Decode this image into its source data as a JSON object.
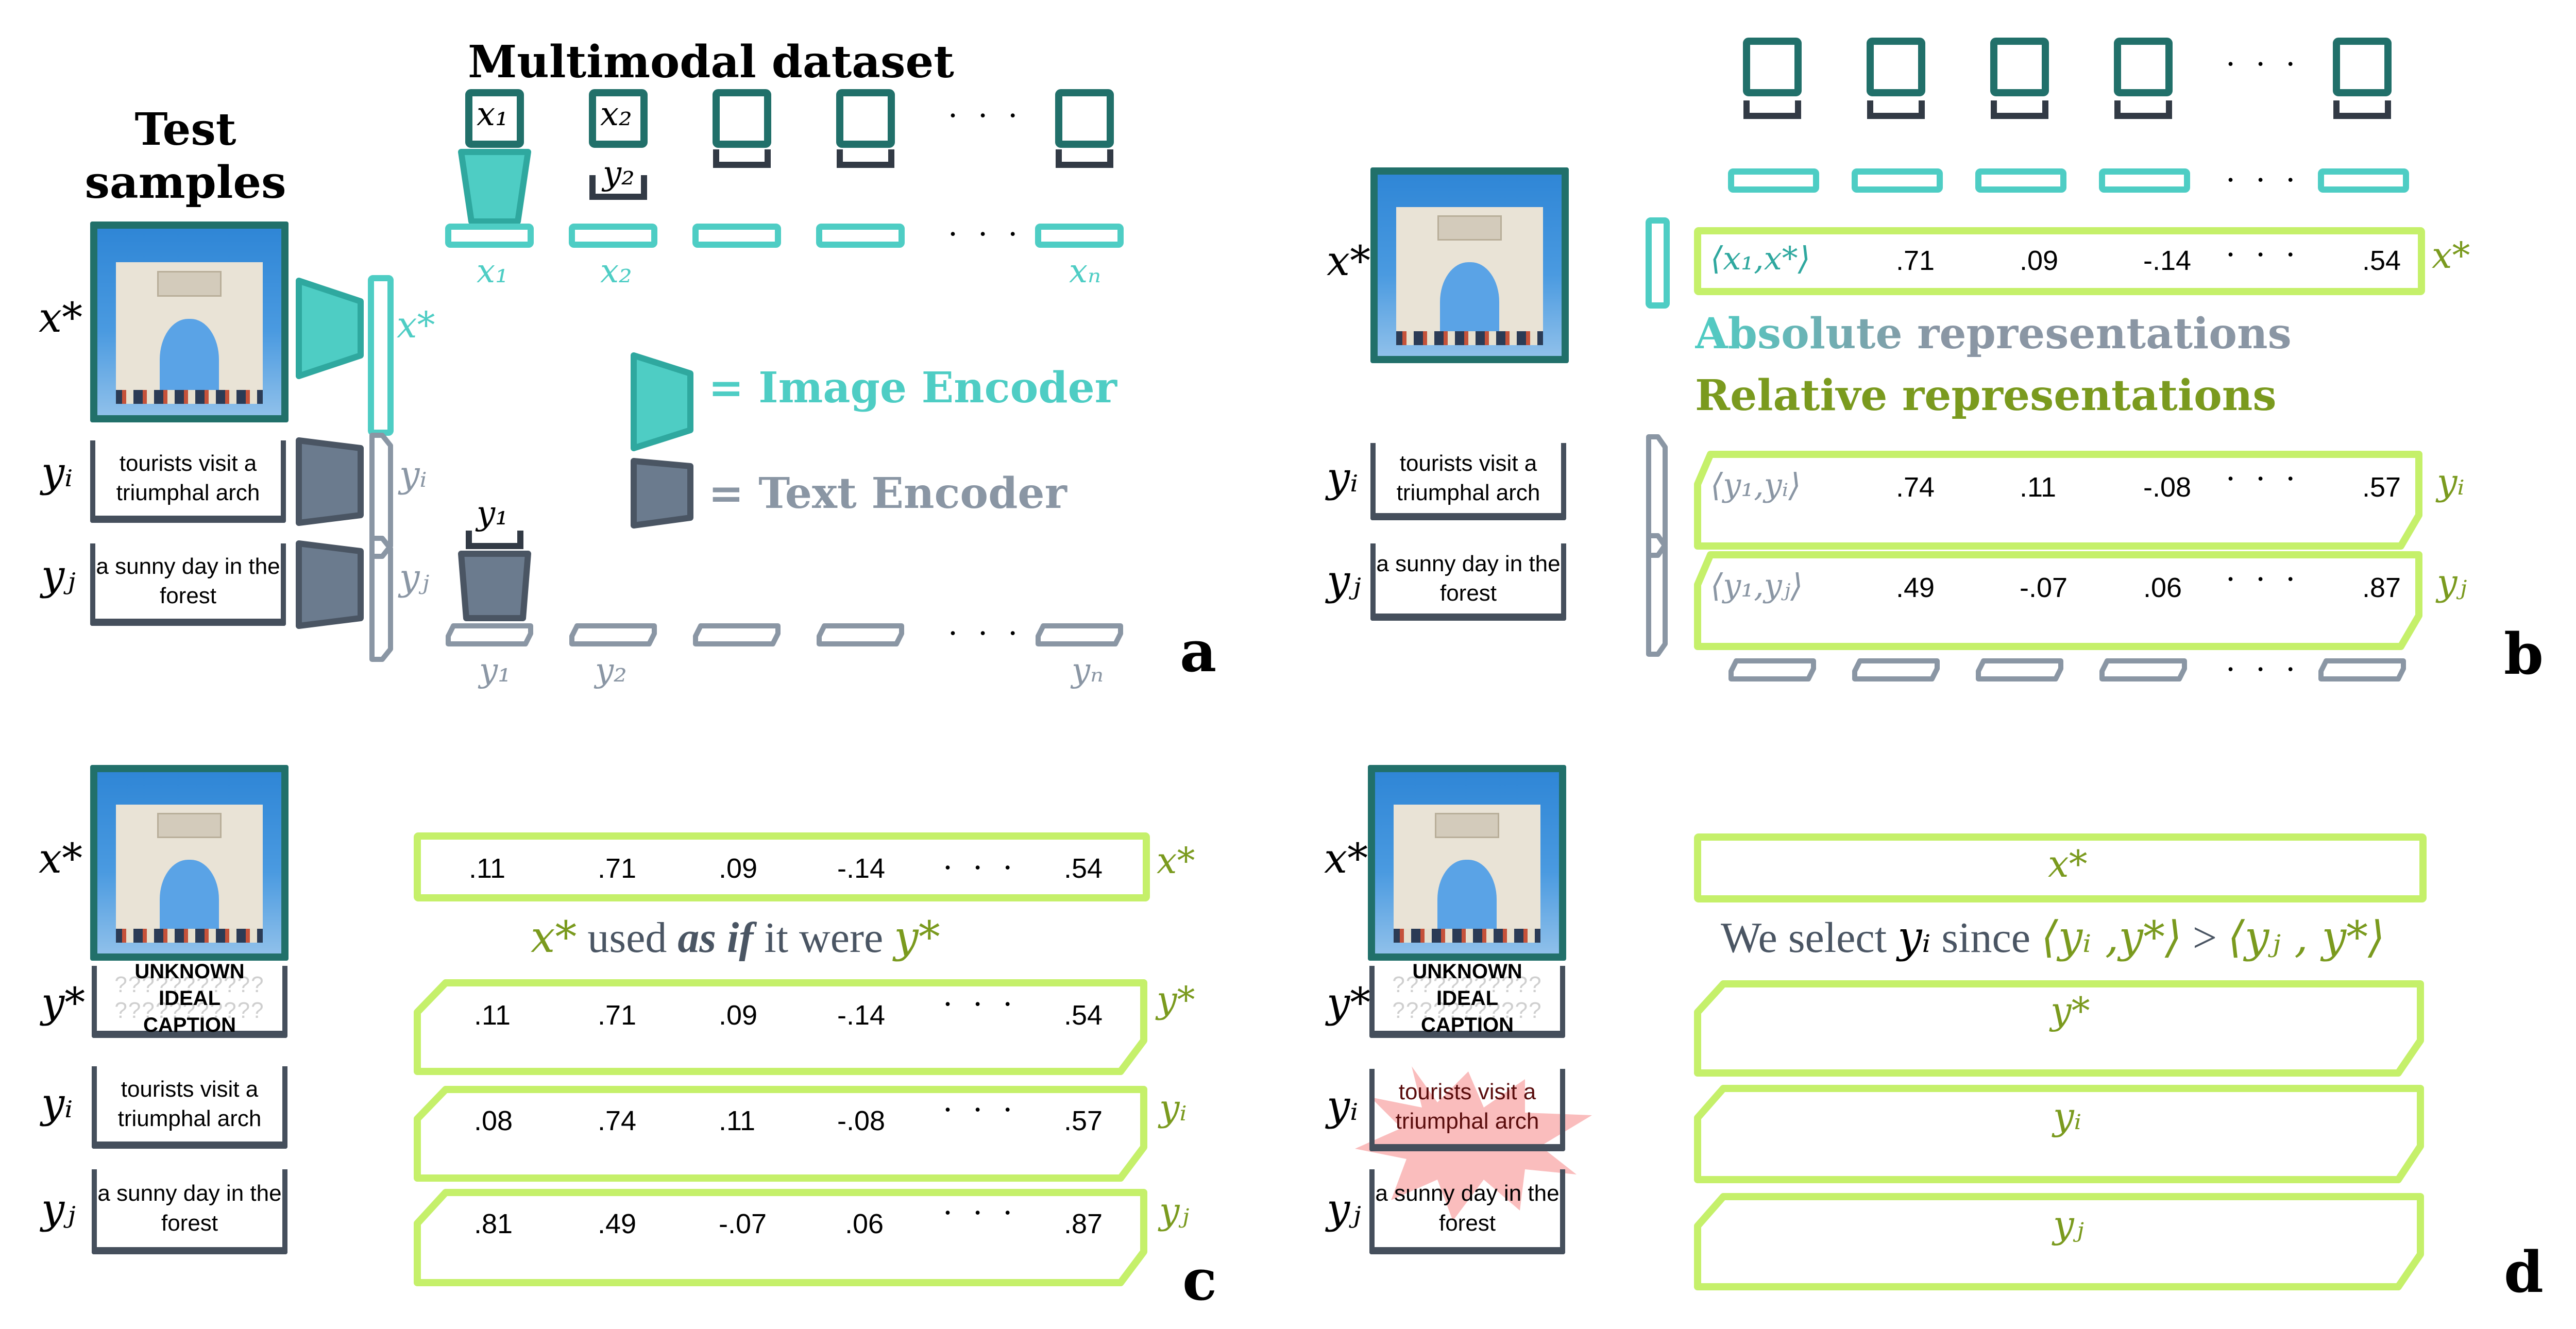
{
  "colors": {
    "image_frame": "#21706A",
    "image_encoder_fill": "#4ECDC4",
    "image_encoder_stroke": "#2FA89F",
    "text_box_border": "#454F5C",
    "text_encoder_fill": "#6B7B8E",
    "text_encoder_stroke": "#4A5563",
    "text_embedding": "#8A96A4",
    "relative_box": "#C5F06A",
    "relative_label": "#7A9A1E",
    "highlight_burst": "#F9B6B6"
  },
  "panel_a": {
    "letter": "a",
    "test_samples_title": "Test samples",
    "dataset_title": "Multimodal dataset",
    "x_star": "x*",
    "y_i": "yᵢ",
    "y_j": "yⱼ",
    "caption_i": "tourists visit a triumphal arch",
    "caption_j": "a sunny day in the forest",
    "dataset_images": [
      "x₁",
      "x₂",
      "",
      "",
      ""
    ],
    "dataset_caption_y2": "y₂",
    "dataset_caption_y1": "y₁",
    "x_embeddings": [
      "x₁",
      "x₂",
      "",
      "",
      "xₙ"
    ],
    "y_embeddings": [
      "y₁",
      "y₂",
      "",
      "",
      "yₙ"
    ],
    "ellipsis": "· · ·",
    "legend_image_encoder": "= Image Encoder",
    "legend_text_encoder": "= Text Encoder",
    "emb_x_star": "x*",
    "emb_y_i": "yᵢ",
    "emb_y_j": "yⱼ"
  },
  "panel_b": {
    "letter": "b",
    "x_star": "x*",
    "y_i": "yᵢ",
    "y_j": "yⱼ",
    "caption_i": "tourists visit a triumphal arch",
    "caption_j": "a sunny day in the forest",
    "absolute_label": "Absolute representations",
    "relative_label": "Relative representations",
    "ellipsis": "· · ·",
    "rows": [
      {
        "first": "⟨x₁,x*⟩",
        "values": [
          ".71",
          ".09",
          "-.14",
          ".54"
        ],
        "tag": "x*"
      },
      {
        "first": "⟨y₁,yᵢ⟩",
        "values": [
          ".74",
          ".11",
          "-.08",
          ".57"
        ],
        "tag": "yᵢ"
      },
      {
        "first": "⟨y₁,yⱼ⟩",
        "values": [
          ".49",
          "-.07",
          ".06",
          ".87"
        ],
        "tag": "yⱼ"
      }
    ]
  },
  "panel_c": {
    "letter": "c",
    "x_star": "x*",
    "y_star": "y*",
    "y_i": "yᵢ",
    "y_j": "yⱼ",
    "unknown_caption": "UNKNOWN IDEAL CAPTION",
    "question_marks": "???????????",
    "caption_i": "tourists visit a triumphal arch",
    "caption_j": "a sunny day in the forest",
    "statement": {
      "x": "x*",
      "used": " used ",
      "as_if": "as if",
      "it_were": " it were ",
      "y": "y*"
    },
    "ellipsis": "· · ·",
    "rows": [
      {
        "values": [
          ".11",
          ".71",
          ".09",
          "-.14",
          ".54"
        ],
        "tag": "x*"
      },
      {
        "values": [
          ".11",
          ".71",
          ".09",
          "-.14",
          ".54"
        ],
        "tag": "y*"
      },
      {
        "values": [
          ".08",
          ".74",
          ".11",
          "-.08",
          ".57"
        ],
        "tag": "yᵢ"
      },
      {
        "values": [
          ".81",
          ".49",
          "-.07",
          ".06",
          ".87"
        ],
        "tag": "yⱼ"
      }
    ]
  },
  "panel_d": {
    "letter": "d",
    "x_star": "x*",
    "y_star": "y*",
    "y_i": "yᵢ",
    "y_j": "yⱼ",
    "unknown_caption": "UNKNOWN IDEAL CAPTION",
    "question_marks": "???????????",
    "caption_i": "tourists visit a triumphal arch",
    "caption_j": "a sunny day in the forest",
    "statement_prefix": "We select ",
    "statement_yi": "yᵢ",
    "statement_since": " since ",
    "statement_lhs": "⟨yᵢ ,y*⟩",
    "statement_gt": " > ",
    "statement_rhs": "⟨yⱼ , y*⟩",
    "rows": [
      {
        "tag": "x*"
      },
      {
        "tag": "y*"
      },
      {
        "tag": "yᵢ"
      },
      {
        "tag": "yⱼ"
      }
    ]
  }
}
